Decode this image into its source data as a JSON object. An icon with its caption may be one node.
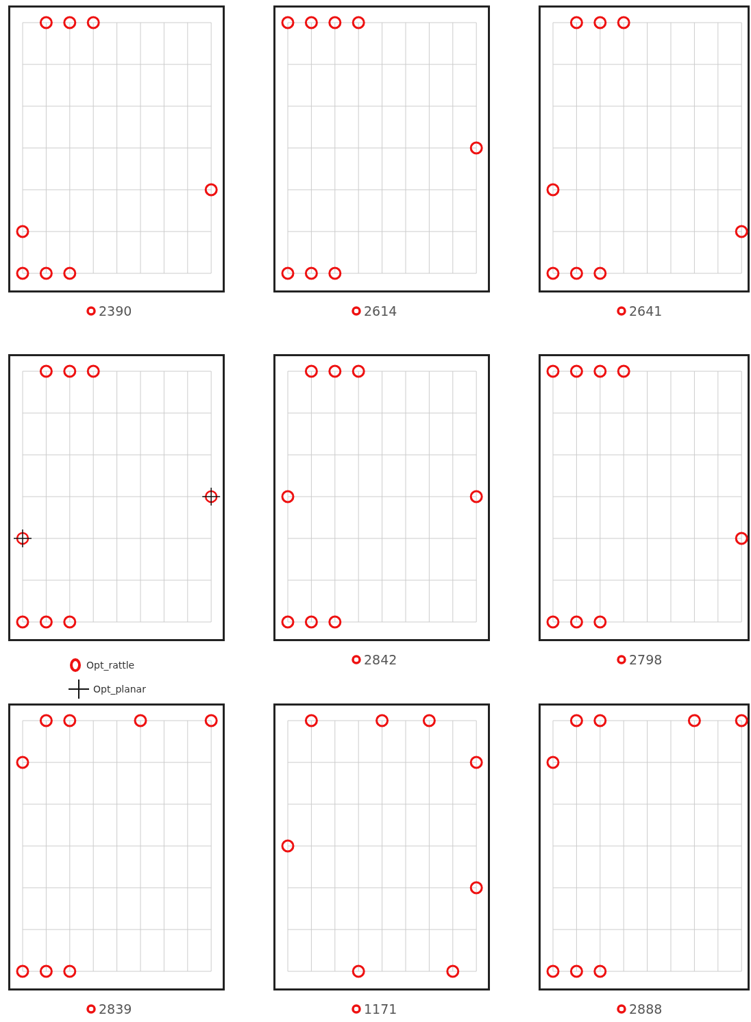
{
  "diagram": {
    "labels": [
      "2390",
      "2614",
      "2641",
      "2842",
      "2798",
      "2839",
      "1171",
      "2888"
    ],
    "legend": [
      {
        "text": "Opt_rattle"
      },
      {
        "text": "Opt_planar"
      }
    ]
  }
}
